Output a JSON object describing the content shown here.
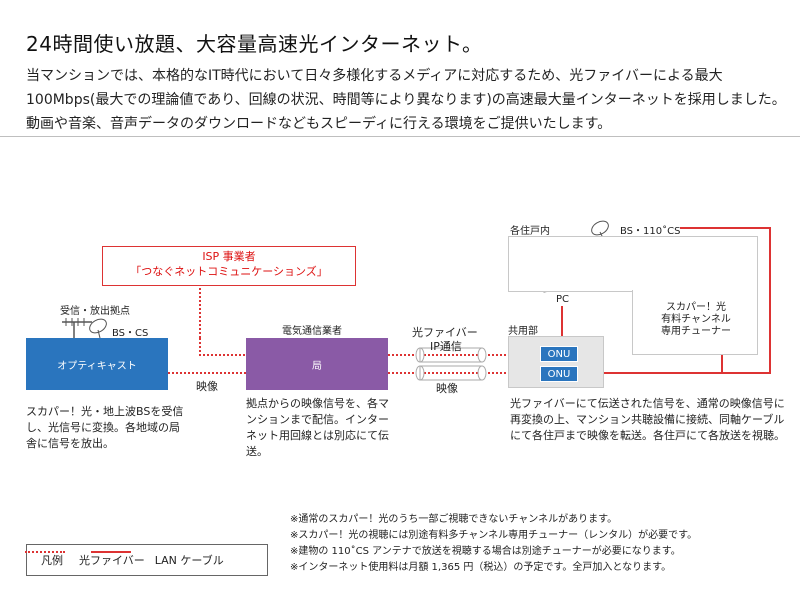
{
  "title": "24時間使い放題、大容量高速光インターネット。",
  "intro": "当マンションでは、本格的なIT時代において日々多様化するメディアに対応するため、光ファイバーによる最大100Mbps(最大での理論値であり、回線の状況、時間等により異なります)の高速最大量インターネットを採用しました。動画や音楽、音声データのダウンロードなどもスピーディに行える環境をご提供いたします。",
  "isp": {
    "line1": "ISP 事業者",
    "line2": "「つなぐネットコミュニケーションズ」"
  },
  "station": {
    "label": "受信・放出拠点",
    "dish_label": "BS・CS",
    "box_label": "オプティキャスト",
    "video_label": "映像",
    "desc": "スカパー！光・地上波BSを受信し、光信号に変換。各地域の局舎に信号を放出。"
  },
  "carrier": {
    "label": "電気通信業者",
    "box_label": "局",
    "desc": "拠点からの映像信号を、各マンションまで配信。インターネット用回線とは別応にて伝送。"
  },
  "fiber": {
    "label": "光ファイバー",
    "ip_label": "IP通信",
    "video_label": "映像"
  },
  "shared": {
    "label": "共用部",
    "onu1": "ONU",
    "onu2": "ONU"
  },
  "home": {
    "label": "各住戸内",
    "pc_label": "PC",
    "dish_label": "BS・110˚CS",
    "tuner_label": "スカパー！光\n有料チャンネル\n専用チューナー"
  },
  "home_desc": "光ファイバーにて伝送された信号を、通常の映像信号に再変換の上、マンション共聴設備に接続、同軸ケーブルにて各住戸まで映像を転送。各住戸にて各放送を視聴。",
  "legend": {
    "title": "凡例",
    "fiber": "光ファイバー",
    "lan": "LAN ケーブル"
  },
  "notes": [
    "※通常のスカパー！光のうち一部ご視聴できないチャンネルがあります。",
    "※スカパー！光の視聴には別途有料多チャンネル専用チューナー（レンタル）が必要です。",
    "※建物の 110˚CS アンテナで放送を視聴する場合は別途チューナーが必要になります。",
    "※インターネット使用料は月額 1,365 円（税込）の予定です。全戸加入となります。"
  ],
  "colors": {
    "fiber": "#d33333",
    "lan": "#d33333",
    "blue": "#2a75be",
    "purple": "#8a5aa6"
  }
}
